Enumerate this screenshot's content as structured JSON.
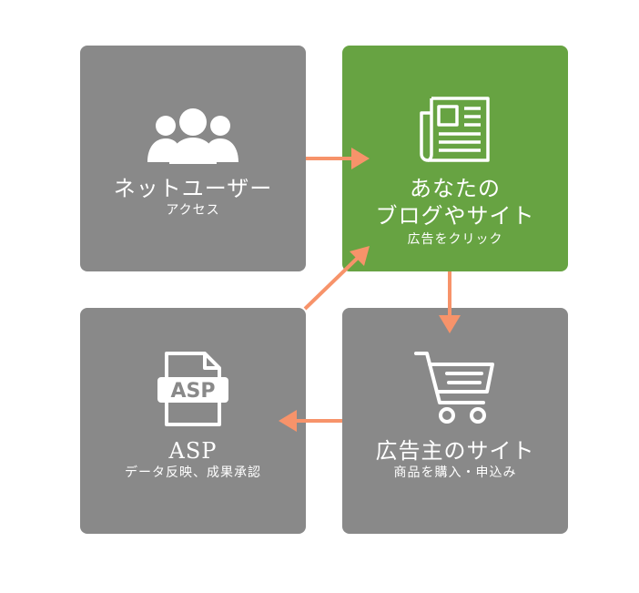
{
  "colors": {
    "box_gray": "#898989",
    "box_green": "#67a342",
    "arrow": "#f7936a",
    "text": "#ffffff"
  },
  "nodes": {
    "users": {
      "icon": "users-group-icon",
      "title": "ネットユーザー",
      "subtitle": "アクセス"
    },
    "blog": {
      "icon": "newspaper-icon",
      "title_line1": "あなたの",
      "title_line2": "ブログやサイト",
      "subtitle": "広告をクリック"
    },
    "shop": {
      "icon": "shopping-cart-icon",
      "title": "広告主のサイト",
      "subtitle": "商品を購入・申込み"
    },
    "asp": {
      "icon": "asp-file-icon",
      "icon_text": "ASP",
      "title": "ASP",
      "subtitle": "データ反映、成果承認"
    }
  }
}
